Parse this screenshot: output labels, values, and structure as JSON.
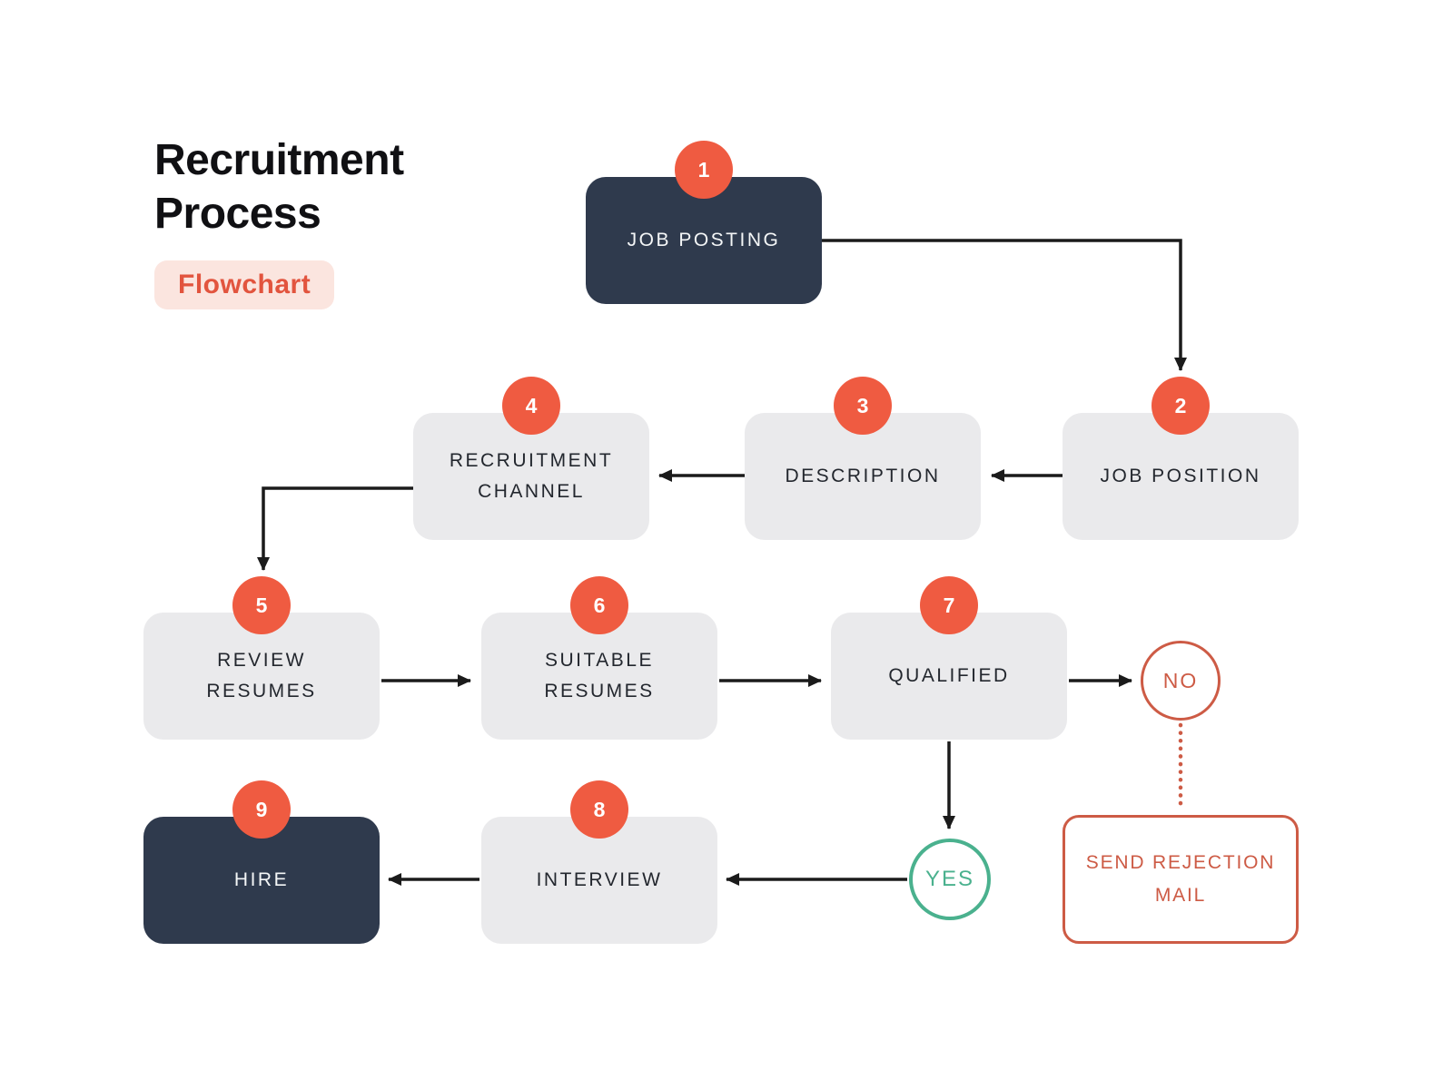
{
  "header": {
    "title": "Recruitment Process",
    "badge_label": "Flowchart"
  },
  "nodes": [
    {
      "step": "1",
      "label": "JOB POSTING",
      "variant": "dark"
    },
    {
      "step": "2",
      "label": "JOB POSITION",
      "variant": "light"
    },
    {
      "step": "3",
      "label": "DESCRIPTION",
      "variant": "light"
    },
    {
      "step": "4",
      "label": "RECRUITMENT CHANNEL",
      "variant": "light"
    },
    {
      "step": "5",
      "label": "REVIEW RESUMES",
      "variant": "light"
    },
    {
      "step": "6",
      "label": "SUITABLE RESUMES",
      "variant": "light"
    },
    {
      "step": "7",
      "label": "QUALIFIED",
      "variant": "light"
    },
    {
      "step": "8",
      "label": "INTERVIEW",
      "variant": "light"
    },
    {
      "step": "9",
      "label": "HIRE",
      "variant": "dark"
    }
  ],
  "decisions": {
    "no_label": "NO",
    "yes_label": "YES",
    "rejection_label": "SEND REJECTION MAIL"
  },
  "edges": [
    {
      "from": "1",
      "to": "2",
      "style": "solid"
    },
    {
      "from": "2",
      "to": "3",
      "style": "solid"
    },
    {
      "from": "3",
      "to": "4",
      "style": "solid"
    },
    {
      "from": "4",
      "to": "5",
      "style": "solid"
    },
    {
      "from": "5",
      "to": "6",
      "style": "solid"
    },
    {
      "from": "6",
      "to": "7",
      "style": "solid"
    },
    {
      "from": "7",
      "to": "NO",
      "style": "solid"
    },
    {
      "from": "NO",
      "to": "SEND REJECTION MAIL",
      "style": "dotted"
    },
    {
      "from": "7",
      "to": "YES",
      "style": "solid"
    },
    {
      "from": "YES",
      "to": "8",
      "style": "solid"
    },
    {
      "from": "8",
      "to": "9",
      "style": "solid"
    }
  ],
  "colors": {
    "accent_orange": "#EF5B41",
    "outline_orange": "#CD5B45",
    "dark_navy": "#2F3A4D",
    "light_gray": "#EAEAEC",
    "green": "#4AB18E",
    "badge_bg": "#FBE5DF",
    "badge_text": "#E2543E",
    "connector_black": "#1B1B1B",
    "background": "#FFFFFF"
  }
}
